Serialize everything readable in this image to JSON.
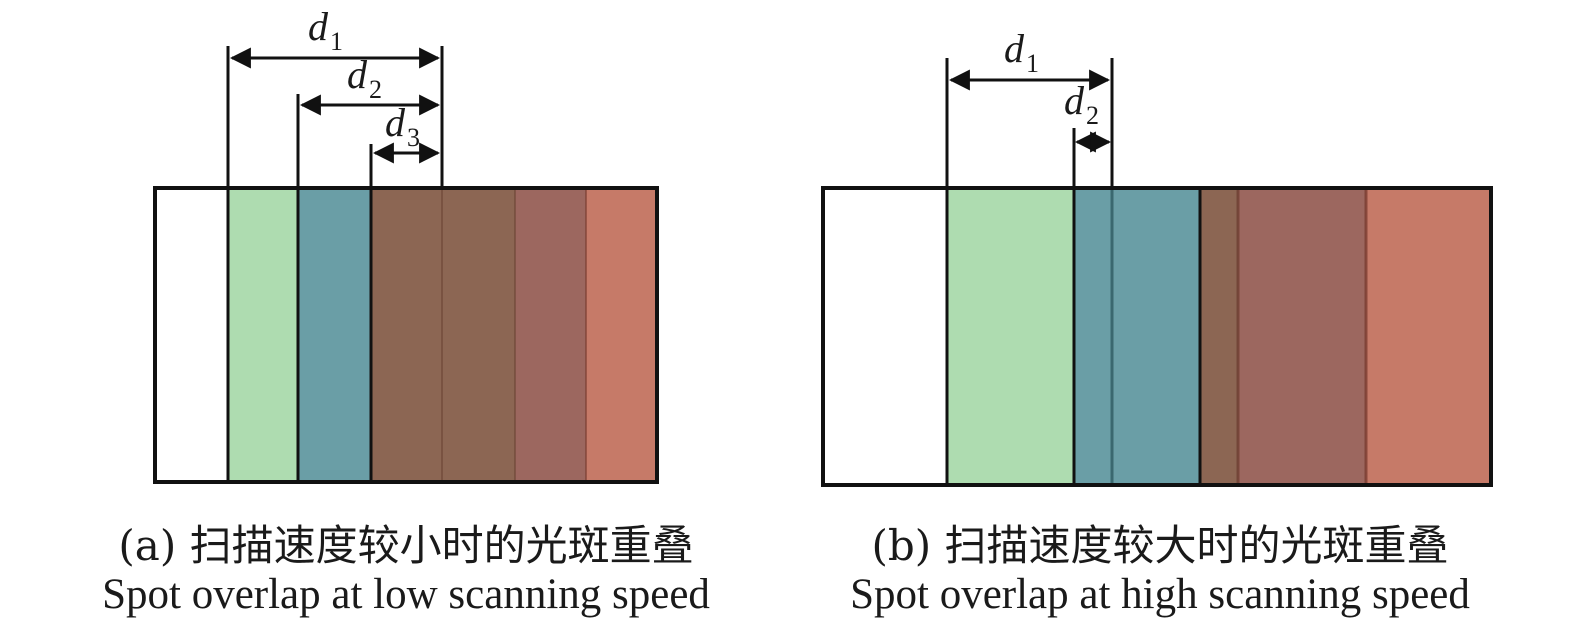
{
  "colors": {
    "outline": "#111111",
    "empty": "#ffffff",
    "spot_green": "#aedcb0",
    "spot_teal": "#6a9ea6",
    "spot_brown": "#8c6653",
    "spot_plum": "#9c675f",
    "spot_salmon": "#c67a68"
  },
  "panels": [
    {
      "id": "a",
      "caption_cn": "(a) 扫描速度较小时的光斑重叠",
      "caption_en": "Spot overlap at low scanning speed",
      "dims": [
        {
          "letter": "d",
          "sub": "1"
        },
        {
          "letter": "d",
          "sub": "2"
        },
        {
          "letter": "d",
          "sub": "3"
        }
      ]
    },
    {
      "id": "b",
      "caption_cn": "(b) 扫描速度较大时的光斑重叠",
      "caption_en": "Spot overlap at high scanning speed",
      "dims": [
        {
          "letter": "d",
          "sub": "1"
        },
        {
          "letter": "d",
          "sub": "2"
        }
      ]
    }
  ]
}
